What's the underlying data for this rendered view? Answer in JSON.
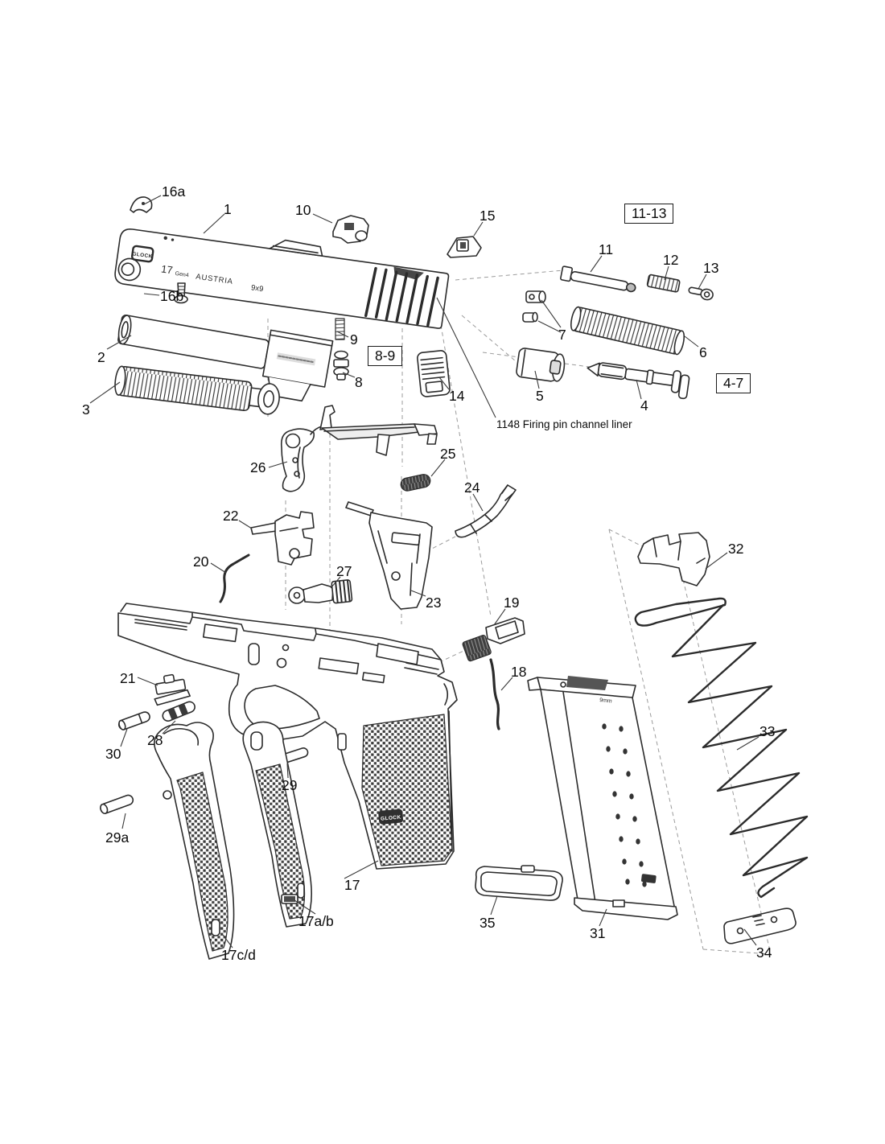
{
  "diagram": {
    "title": "Exploded parts diagram - Glock 17 Gen4 pistol",
    "background_color": "#ffffff",
    "line_color": "#2b2b2b",
    "annotation": "1148 Firing pin channel liner",
    "slide_markings": {
      "logo": "GLOCK",
      "model": "17",
      "generation": "Gen4",
      "origin": "AUSTRIA",
      "caliber": "9x9"
    },
    "frame_logo": "GLOCK",
    "magazine_marking": "9mm",
    "group_labels": [
      {
        "text": "11-13"
      },
      {
        "text": "8-9"
      },
      {
        "text": "4-7"
      }
    ],
    "part_labels": [
      {
        "text": "16a"
      },
      {
        "text": "1"
      },
      {
        "text": "10"
      },
      {
        "text": "15"
      },
      {
        "text": "11"
      },
      {
        "text": "12"
      },
      {
        "text": "13"
      },
      {
        "text": "16b"
      },
      {
        "text": "7"
      },
      {
        "text": "6"
      },
      {
        "text": "2"
      },
      {
        "text": "9"
      },
      {
        "text": "8"
      },
      {
        "text": "14"
      },
      {
        "text": "5"
      },
      {
        "text": "4"
      },
      {
        "text": "3"
      },
      {
        "text": "26"
      },
      {
        "text": "25"
      },
      {
        "text": "24"
      },
      {
        "text": "22"
      },
      {
        "text": "20"
      },
      {
        "text": "27"
      },
      {
        "text": "23"
      },
      {
        "text": "32"
      },
      {
        "text": "19"
      },
      {
        "text": "18"
      },
      {
        "text": "21"
      },
      {
        "text": "28"
      },
      {
        "text": "30"
      },
      {
        "text": "29"
      },
      {
        "text": "33"
      },
      {
        "text": "29a"
      },
      {
        "text": "17"
      },
      {
        "text": "17a/b"
      },
      {
        "text": "35"
      },
      {
        "text": "31"
      },
      {
        "text": "17c/d"
      },
      {
        "text": "34"
      }
    ]
  }
}
